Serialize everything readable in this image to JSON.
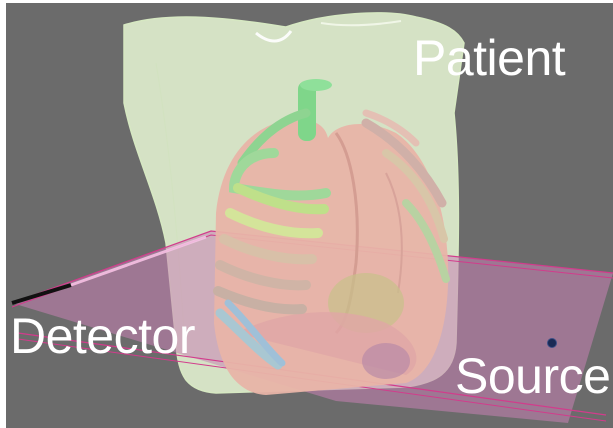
{
  "labels": {
    "patient": "Patient",
    "detector": "Detector",
    "source": "Source"
  },
  "colors": {
    "background": "#6b6b6b",
    "patient_body": "#e4f2d2",
    "detector_plane": "#c882b4",
    "plane_edge": "#d23c8c",
    "lungs": "#e8b4a8",
    "ribs_green": "#9fd89a",
    "airway": "#7fd68a",
    "source_marker": "#1a2a55"
  }
}
